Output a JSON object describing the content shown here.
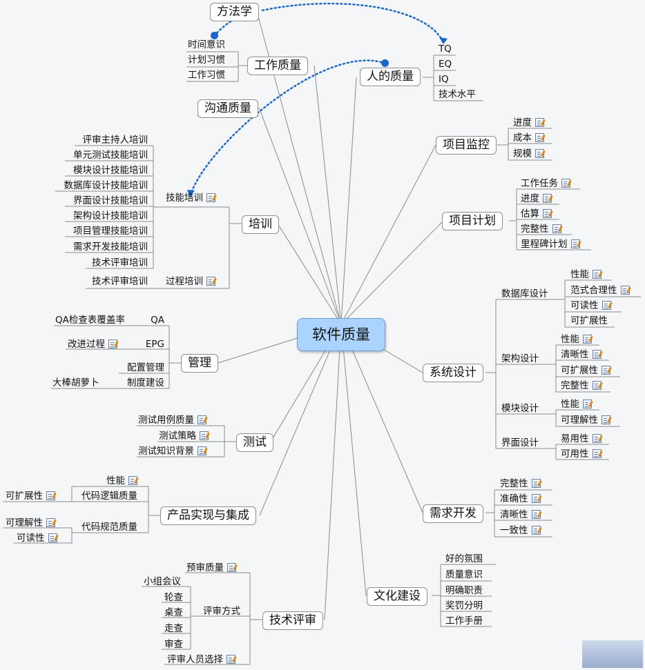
{
  "root": "软件质量",
  "branches": {
    "fangfaxue": "方法学",
    "gongzuo": "工作质量",
    "gongzuo_leaves": [
      "时间意识",
      "计划习惯",
      "工作习惯"
    ],
    "renzhi": "人的质量",
    "renzhi_leaves": [
      "TQ",
      "EQ",
      "IQ",
      "技术水平"
    ],
    "goutong": "沟通质量",
    "peixun": "培训",
    "jineng": "技能培训",
    "jineng_leaves": [
      "评审主持人培训",
      "单元测试技能培训",
      "模块设计技能培训",
      "数据库设计技能培训",
      "界面设计技能培训",
      "架构设计技能培训",
      "项目管理技能培训",
      "需求开发技能培训",
      "技术评审培训"
    ],
    "guocheng": "过程培训",
    "guocheng_leaves": [
      "技术评审培训"
    ],
    "guanli": "管理",
    "qa": "QA",
    "qa_leaf": "QA检查表覆盖率",
    "epg": "EPG",
    "epg_leaf": "改进过程",
    "peizhi": "配置管理",
    "zhidu": "制度建设",
    "zhidu_leaf": "大棒胡萝卜",
    "ceshi": "测试",
    "ceshi_leaves": [
      "测试用例质量",
      "测试策略",
      "测试知识背景"
    ],
    "chanpin": "产品实现与集成",
    "luoji": "代码逻辑质量",
    "luoji_leaves": [
      "性能",
      "可扩展性"
    ],
    "guifan": "代码规范质量",
    "guifan_leaves": [
      "可理解性",
      "可读性"
    ],
    "jishu": "技术评审",
    "yushen": "预审质量",
    "pingshen": "评审方式",
    "pingshen_leaves": [
      "小组会议",
      "轮查",
      "桌查",
      "走查",
      "审查"
    ],
    "renyuan": "评审人员选择",
    "jiankong": "项目监控",
    "jiankong_leaves": [
      "进度",
      "成本",
      "规模"
    ],
    "jihua": "项目计划",
    "jihua_leaves": [
      "工作任务",
      "进度",
      "估算",
      "完整性",
      "里程碑计划"
    ],
    "sheji": "系统设计",
    "shujuku": "数据库设计",
    "shujuku_leaves": [
      "性能",
      "范式合理性",
      "可读性",
      "可扩展性"
    ],
    "jiagou": "架构设计",
    "jiagou_leaves": [
      "性能",
      "清晰性",
      "可扩展性",
      "完整性"
    ],
    "mokuai": "模块设计",
    "mokuai_leaves": [
      "性能",
      "可理解性"
    ],
    "jiemian": "界面设计",
    "jiemian_leaves": [
      "易用性",
      "可用性"
    ],
    "xuqiu": "需求开发",
    "xuqiu_leaves": [
      "完整性",
      "准确性",
      "清晰性",
      "一致性"
    ],
    "wenhua": "文化建设",
    "wenhua_leaves": [
      "好的氛围",
      "质量意识",
      "明确职责",
      "奖罚分明",
      "工作手册"
    ]
  },
  "colors": {
    "root_fill": "#aad4ff",
    "lines": "#8a8a8a",
    "relation": "#1a66cc"
  },
  "icons": {
    "note": "note-icon",
    "relation_end": "dot-marker"
  }
}
